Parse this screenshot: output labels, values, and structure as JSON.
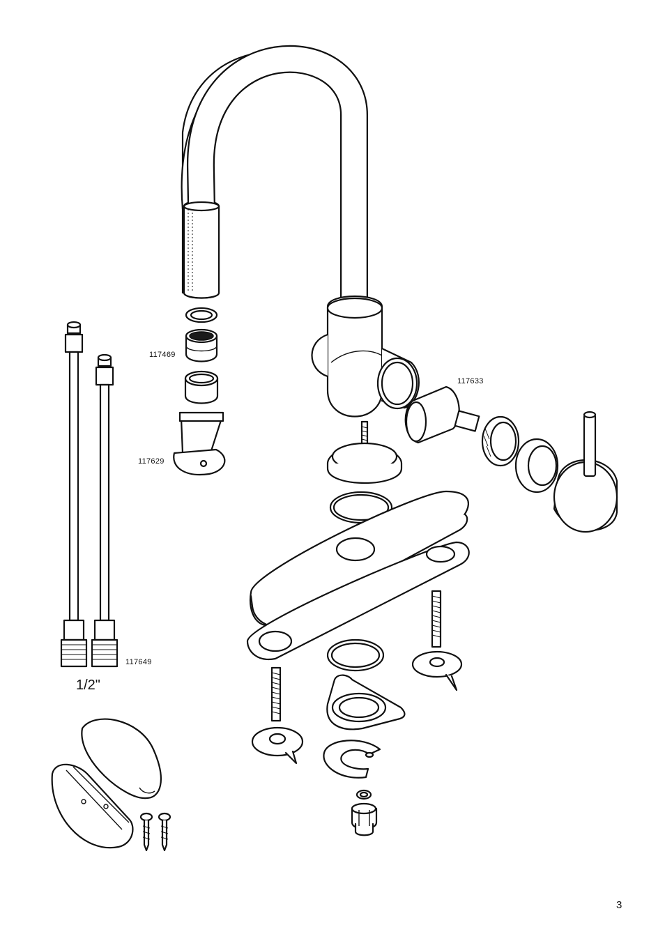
{
  "parts": {
    "aerator": "117469",
    "aerator_key": "117629",
    "cartridge": "117633",
    "supply_hoses": "117649"
  },
  "hose_thread_size": "1/2\"",
  "page_number": "3",
  "colors": {
    "line": "#111111",
    "background": "#ffffff"
  }
}
